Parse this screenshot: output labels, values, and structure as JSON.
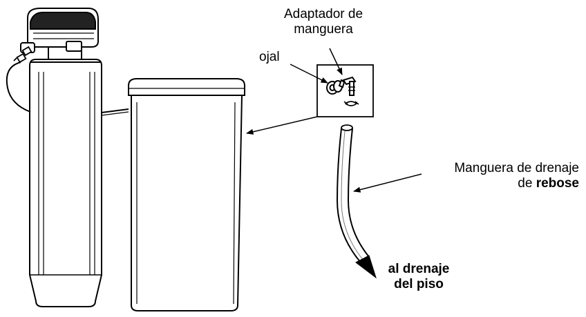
{
  "labels": {
    "hose_adapter_line1": "Adaptador de",
    "hose_adapter_line2": "manguera",
    "grommet": "ojal",
    "overflow_hose_line1": "Manguera de drenaje",
    "overflow_hose_line2_prefix": "de ",
    "overflow_hose_line2_bold": "rebose",
    "floor_drain_line1": "al drenaje",
    "floor_drain_line2": "del piso"
  },
  "colors": {
    "line": "#000000",
    "fill": "#ffffff",
    "shade": "#555555"
  }
}
